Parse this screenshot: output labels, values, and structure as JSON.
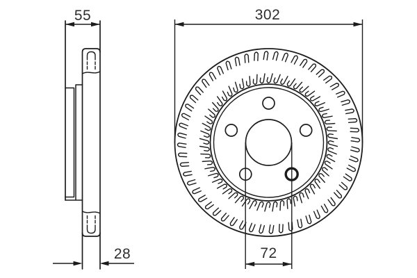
{
  "drawing": {
    "type": "brake-disc-technical-drawing",
    "background_color": "#ffffff",
    "line_color": "#1c1c1c"
  },
  "dimensions": {
    "overall_width": {
      "label": "55"
    },
    "outer_diameter": {
      "label": "302"
    },
    "disc_thickness": {
      "label": "28"
    },
    "center_bore": {
      "label": "72"
    }
  },
  "front_view": {
    "vent_slot_count": 56,
    "bolt_hole_count": 5,
    "highlighted_bolt_hole": "bottom-right"
  }
}
